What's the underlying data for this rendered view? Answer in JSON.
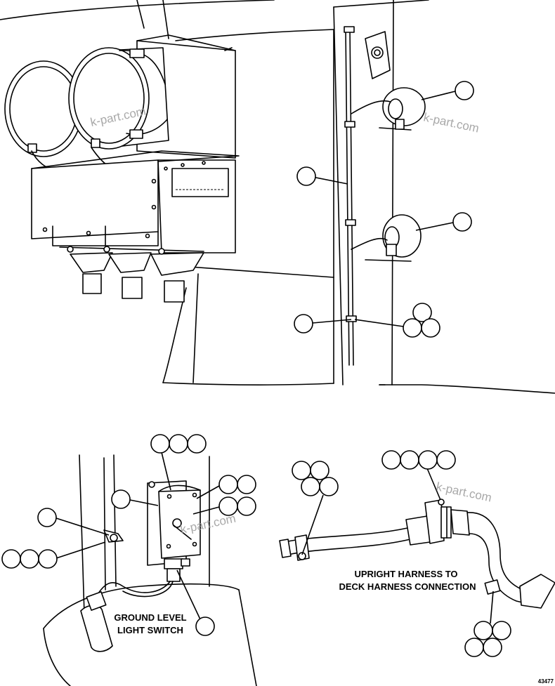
{
  "watermark": "k-part.com",
  "figure_number": "43477",
  "captions": {
    "ground_switch_line1": "GROUND LEVEL",
    "ground_switch_line2": "LIGHT SWITCH",
    "harness_line1": "UPRIGHT HARNESS TO",
    "harness_line2": "DECK HARNESS CONNECTION"
  }
}
